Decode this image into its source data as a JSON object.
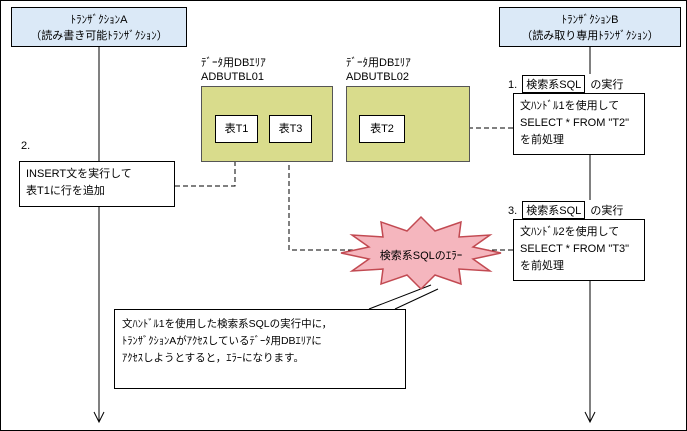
{
  "transaction_a": {
    "title": "ﾄﾗﾝｻﾞｸｼｮﾝA",
    "subtitle": "（読み書き可能ﾄﾗﾝｻﾞｸｼｮﾝ）"
  },
  "transaction_b": {
    "title": "ﾄﾗﾝｻﾞｸｼｮﾝB",
    "subtitle": "（読み取り専用ﾄﾗﾝｻﾞｸｼｮﾝ）"
  },
  "db_area_1": {
    "type_label": "ﾃﾞｰﾀ用DBｴﾘｱ",
    "name": "ADBUTBL01",
    "tables": [
      "表T1",
      "表T3"
    ]
  },
  "db_area_2": {
    "type_label": "ﾃﾞｰﾀ用DBｴﾘｱ",
    "name": "ADBUTBL02",
    "tables": [
      "表T2"
    ]
  },
  "steps": {
    "step1": {
      "number": "1.",
      "keyword": "検索系SQL",
      "action": "の実行",
      "detail": [
        "文ﾊﾝﾄﾞﾙ1を使用して",
        "SELECT * FROM \"T2\"",
        "を前処理"
      ]
    },
    "step2": {
      "number": "2.",
      "detail": [
        "INSERT文を実行して",
        "表T1に行を追加"
      ]
    },
    "step3": {
      "number": "3.",
      "keyword": "検索系SQL",
      "action": "の実行",
      "detail": [
        "文ﾊﾝﾄﾞﾙ2を使用して",
        "SELECT * FROM \"T3\"",
        "を前処理"
      ]
    }
  },
  "error_burst": {
    "label": "検索系SQLのｴﾗｰ"
  },
  "note": {
    "lines": [
      "文ﾊﾝﾄﾞﾙ1を使用した検索系SQLの実行中に，",
      "ﾄﾗﾝｻﾞｸｼｮﾝAがｱｸｾｽしているﾃﾞｰﾀ用DBｴﾘｱに",
      "ｱｸｾｽしようとすると，ｴﾗｰになります。"
    ]
  },
  "colors": {
    "transaction_fill": "#dbe9f7",
    "db_area_fill": "#d9dc8c",
    "error_fill": "#f5b6be",
    "error_stroke": "#c24a52"
  }
}
